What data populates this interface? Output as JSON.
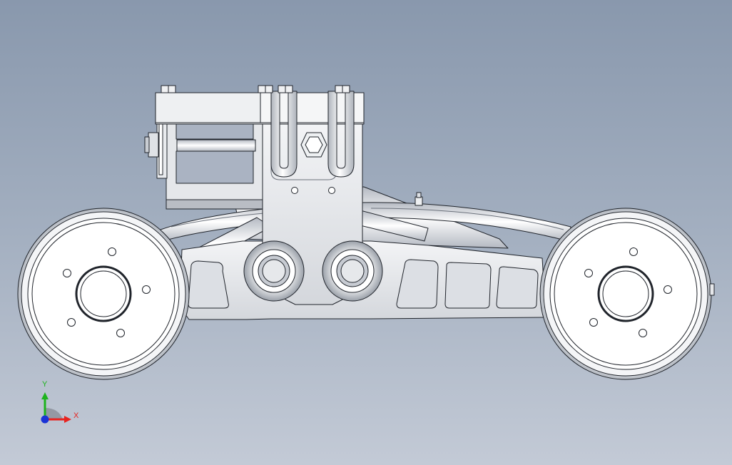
{
  "viewport": {
    "background_top": "#8998ad",
    "background_bottom": "#c3cad6"
  },
  "triad": {
    "x_label": "X",
    "y_label": "Y",
    "x_color": "#e8231f",
    "y_color": "#1db31d",
    "z_color": "#1a33d6"
  },
  "model": {
    "type": "suspension-axle-assembly",
    "view": "front",
    "wheels": 2,
    "lug_holes_per_wheel": 5
  }
}
